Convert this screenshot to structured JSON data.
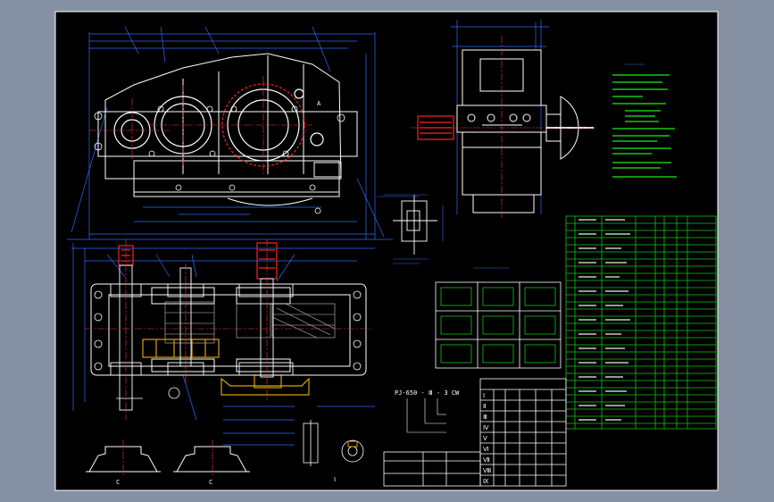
{
  "colors": {
    "viewer_background": "#8591a3",
    "sheet_background": "#000000",
    "border": "#ffffff",
    "outline": "#ffffff",
    "dimension": "#2d6bff",
    "centerline": "#ff3333",
    "hatch": "#c8c8c8",
    "highlight_part": "#ff2222",
    "gold_part": "#d8a20a",
    "table_lines": "#15c515",
    "table_text": "#f0f0f0",
    "annotation_text": "#ffffff"
  },
  "drawing": {
    "model_code": "PJ-650 - Ⅲ - 3 CW",
    "view_labels": {
      "section_a": "A",
      "section_c": "C",
      "detail_i": "Ⅰ"
    },
    "roman_rows": [
      "Ⅰ",
      "Ⅱ",
      "Ⅲ",
      "Ⅳ",
      "Ⅴ",
      "Ⅵ",
      "Ⅶ",
      "Ⅷ",
      "Ⅸ"
    ]
  }
}
